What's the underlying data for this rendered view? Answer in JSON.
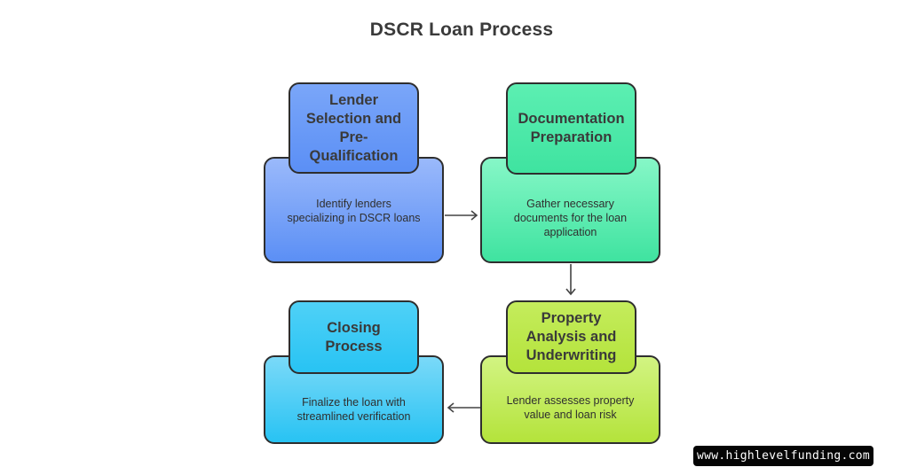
{
  "title": "DSCR Loan Process",
  "steps": [
    {
      "heading": "Lender Selection and Pre-Qualification",
      "heading_lines": [
        "Lender",
        "Selection and",
        "Pre-",
        "Qualification"
      ],
      "description_lines": [
        "Identify lenders",
        "specializing in DSCR loans"
      ],
      "color_dark": "#5b8ff5",
      "color_light": "#9ab9fb"
    },
    {
      "heading": "Documentation Preparation",
      "heading_lines": [
        "Documentation",
        "Preparation"
      ],
      "description_lines": [
        "Gather necessary",
        "documents for the loan",
        "application"
      ],
      "color_dark": "#3fe3a0",
      "color_light": "#86f7c7"
    },
    {
      "heading": "Property Analysis and Underwriting",
      "heading_lines": [
        "Property",
        "Analysis and",
        "Underwriting"
      ],
      "description_lines": [
        "Lender assesses property",
        "value and loan risk"
      ],
      "color_dark": "#b4e33b",
      "color_light": "#d2f482"
    },
    {
      "heading": "Closing Process",
      "heading_lines": [
        "Closing",
        "Process"
      ],
      "description_lines": [
        "Finalize the loan with",
        "streamlined verification"
      ],
      "color_dark": "#28c3f3",
      "color_light": "#7ad9f8"
    }
  ],
  "watermark": "www.highlevelfunding.com"
}
